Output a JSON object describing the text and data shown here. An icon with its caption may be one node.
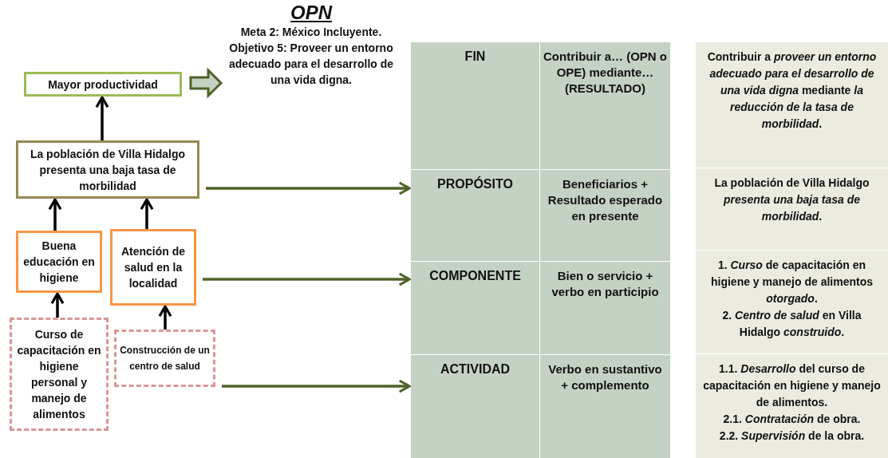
{
  "diagram": {
    "nodes": [
      {
        "text": [
          "Mayor productividad"
        ]
      },
      {
        "text": [
          "La población de Villa Hidalgo presenta una baja tasa de morbilidad"
        ]
      },
      {
        "text": [
          "Buena educación en higiene"
        ]
      },
      {
        "text": [
          "Atención de salud en la localidad"
        ]
      },
      {
        "text": [
          "Curso de capacitación en higiene personal y manejo de alimentos"
        ]
      },
      {
        "text": [
          "Construcción de un centro de salud"
        ]
      },
      {
        "text": [
          "OPN",
          "Meta 2: México Incluyente. Objetivo 5: Proveer un entorno adecuado para el desarrollo de una vida digna."
        ]
      },
      {
        "text": [
          "FIN"
        ]
      },
      {
        "text": [
          "Contribuir a… (OPN o OPE) mediante… (RESULTADO)"
        ]
      },
      {
        "text": [
          "Contribuir a *proveer un entorno adecuado  para el desarrollo de una vida digna* mediante *la reducción de la tasa de morbilidad*."
        ]
      },
      {
        "text": [
          "PROPÓSITO"
        ]
      },
      {
        "text": [
          "Beneficiarios + Resultado esperado en presente"
        ]
      },
      {
        "text": [
          "La población de Villa Hidalgo *presenta una baja tasa de morbilidad*."
        ]
      },
      {
        "text": [
          "COMPONENTE"
        ]
      },
      {
        "text": [
          "Bien o servicio + verbo en participio"
        ]
      },
      {
        "text": [
          "1. *Curso* de capacitación en higiene y manejo de alimentos *otorgado*.",
          "2. *Centro de salud* en Villa Hidalgo *construido*."
        ]
      },
      {
        "text": [
          "ACTIVIDAD"
        ]
      },
      {
        "text": [
          "Verbo en sustantivo + complemento"
        ]
      },
      {
        "text": [
          "1.1. *Desarrollo* del curso de capacitación en higiene y manejo de alimentos.",
          "2.1. *Contratación* de obra.",
          "2.2. *Supervisión* de la obra."
        ]
      }
    ],
    "edges": [
      {
        "from": 1,
        "to": 0,
        "arrow": "to"
      },
      {
        "from": 2,
        "to": 1,
        "arrow": "to"
      },
      {
        "from": 3,
        "to": 1,
        "arrow": "to"
      },
      {
        "from": 4,
        "to": 2,
        "arrow": "to"
      },
      {
        "from": 5,
        "to": 3,
        "arrow": "to"
      },
      {
        "from": 0,
        "to": 6,
        "arrow": "to",
        "style": "thick",
        "color": "#4f6228"
      },
      {
        "from": 1,
        "to": 10,
        "arrow": "to",
        "color": "#4f6228"
      },
      {
        "from": 3,
        "to": 13,
        "arrow": "to",
        "color": "#4f6228"
      },
      {
        "from": 5,
        "to": 16,
        "arrow": "to",
        "color": "#4f6228"
      }
    ]
  }
}
